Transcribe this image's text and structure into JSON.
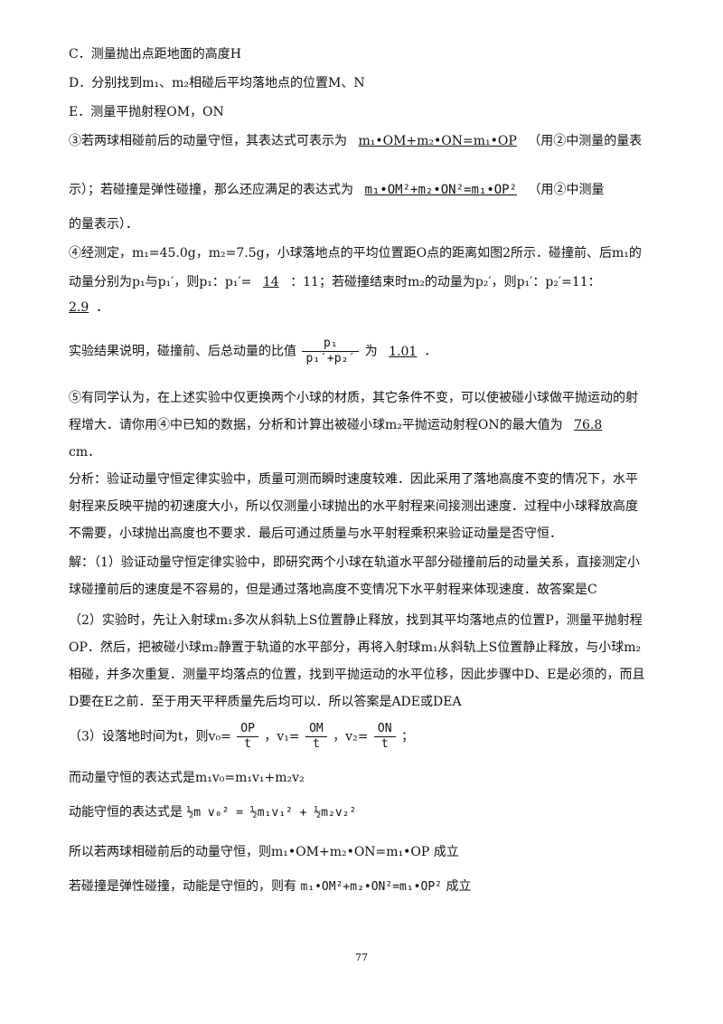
{
  "lines": {
    "l1": "C．测量抛出点距地面的高度H",
    "l2": "D．分别找到m₁、m₂相碰后平均落地点的位置M、N",
    "l3": "E．测量平抛射程OM，ON",
    "l4a": "③若两球相碰前后的动量守恒，其表达式可表示为",
    "l4b": "m₁•OM+m₂•ON=m₁•OP",
    "l4c": "（用②中测量的量表",
    "l5a": "示）；若碰撞是弹性碰撞，那么还应满足的表达式为",
    "l5b": "m₁•OM²+m₂•ON²=m₁•OP²",
    "l5c": "（用②中测量",
    "l6": "的量表示）．",
    "l7": "④经测定，m₁=45.0g，m₂=7.5g，小球落地点的平均位置距O点的距离如图2所示．碰撞前、后m₁的",
    "l8a": "动量分别为p₁与p₁′，则p₁：p₁′=",
    "l8b": "14",
    "l8c": "：11；若碰撞结束时m₂的动量为p₂′，则p₁′：p₂′=11：",
    "l9": "2.9",
    "l10a": "实验结果说明，碰撞前、后总动量的比值",
    "frac_num": "p₁",
    "frac_den": "p₁′+p₂′",
    "l10b": "为",
    "l10c": "1.01",
    "l11": "⑤有同学认为，在上述实验中仅更换两个小球的材质，其它条件不变，可以使被碰小球做平抛运动的射",
    "l12a": "程增大．请你用④中已知的数据，分析和计算出被碰小球m₂平抛运动射程ON的最大值为",
    "l12b": "76.8",
    "l13": "cm．",
    "l14": "分析：验证动量守恒定律实验中，质量可测而瞬时速度较难．因此采用了落地高度不变的情况下，水平",
    "l15": "射程来反映平抛的初速度大小，所以仅测量小球抛出的水平射程来间接测出速度．过程中小球释放高度",
    "l16": "不需要，小球抛出高度也不要求．最后可通过质量与水平射程乘积来验证动量是否守恒．",
    "l17": "解：（1）验证动量守恒定律实验中，即研究两个小球在轨道水平部分碰撞前后的动量关系，直接测定小",
    "l18": "球碰撞前后的速度是不容易的，但是通过落地高度不变情况下水平射程来体现速度．故答案是C",
    "l19": "（2）实验时，先让入射球m₁多次从斜轨上S位置静止释放，找到其平均落地点的位置P，测量平抛射程",
    "l20": "OP．然后，把被碰小球m₂静置于轨道的水平部分，再将入射球m₁从斜轨上S位置静止释放，与小球m₂",
    "l21": "相碰，并多次重复．测量平均落点的位置，找到平抛运动的水平位移，因此步骤中D、E是必须的，而且",
    "l22": "D要在E之前．至于用天平秤质量先后均可以．所以答案是ADE或DEA",
    "l23a": "（3）设落地时间为t，则v₀=",
    "f1n": "OP",
    "f1d": "t",
    "l23b": "，v₁=",
    "f2n": "OM",
    "f2d": "t",
    "l23c": "，v₂=",
    "f3n": "ON",
    "f3d": "t",
    "l23d": "；",
    "l24": "而动量守恒的表达式是m₁v₀=m₁v₁+m₂v₂",
    "l25a": "动能守恒的表达式是",
    "l25b": "½m v₀² = ½m₁v₁² + ½m₂v₂²",
    "l26": "所以若两球相碰前后的动量守恒，则m₁•OM+m₂•ON=m₁•OP 成立",
    "l27a": "若碰撞是弹性碰撞，动能是守恒的，则有",
    "l27b": "m₁•OM²+m₂•ON²=m₁•OP²",
    "l27c": "成立"
  },
  "page_number": "77"
}
